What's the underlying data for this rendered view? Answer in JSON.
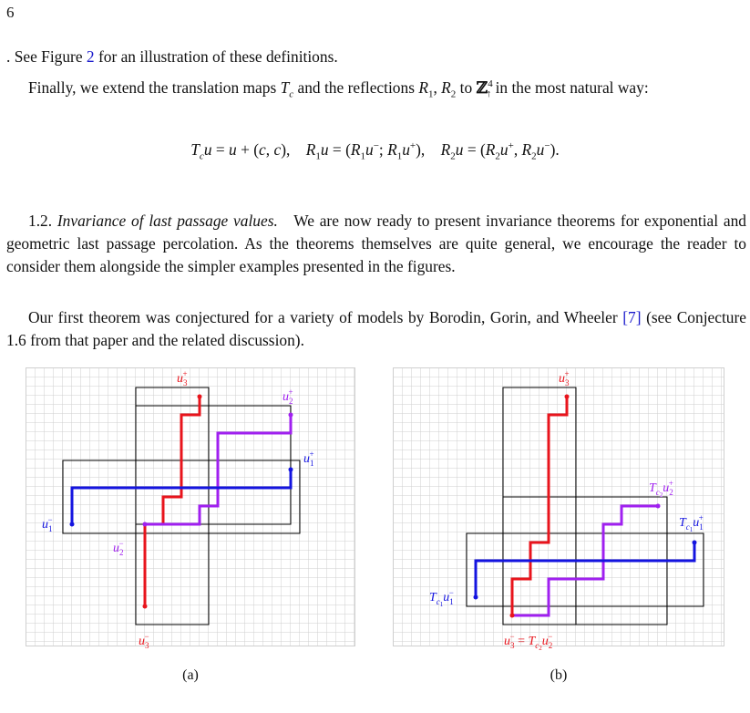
{
  "page_number": "6",
  "intro_line": ". See Figure 2 for an illustration of these definitions.",
  "figure_ref_number": "2",
  "para_translation_prefix": "Finally, we extend the translation maps",
  "para_translation_mid1": "and the reflections",
  "para_translation_mid2": "to",
  "para_translation_suffix": "in the most natural way:",
  "section_number": "1.2.",
  "section_title": "Invariance of last passage values.",
  "section_text": "We are now ready to present invariance theorems for exponential and geometric last passage percolation. As the theorems themselves are quite general, we encourage the reader to consider them alongside the simpler examples presented in the figures.",
  "para_theorem_prefix": "Our first theorem was conjectured for a variety of models by Borodin, Gorin, and Wheeler",
  "citation": "[7]",
  "para_theorem_suffix": "(see Conjecture 1.6 from that paper and the related discussion).",
  "caption_a": "(a)",
  "caption_b": "(b)",
  "colors": {
    "red": "#e8141c",
    "purple": "#a020f0",
    "blue": "#1414e0",
    "grid": "#cfcfcf",
    "link": "#1a1acc"
  },
  "figure_a_labels": {
    "u3_plus": "u3+",
    "u2_plus": "u2+",
    "u1_plus": "u1+",
    "u1_minus": "u1−",
    "u2_minus": "u2−",
    "u3_minus": "u3−"
  },
  "figure_b_labels": {
    "u3_plus": "u3+",
    "Tc2_u2_plus": "Tc2 u2+",
    "Tc1_u1_plus": "Tc1 u1+",
    "Tc1_u1_minus": "Tc1 u1−",
    "u3_minus_eq": "u3− = Tc2 u2−"
  }
}
